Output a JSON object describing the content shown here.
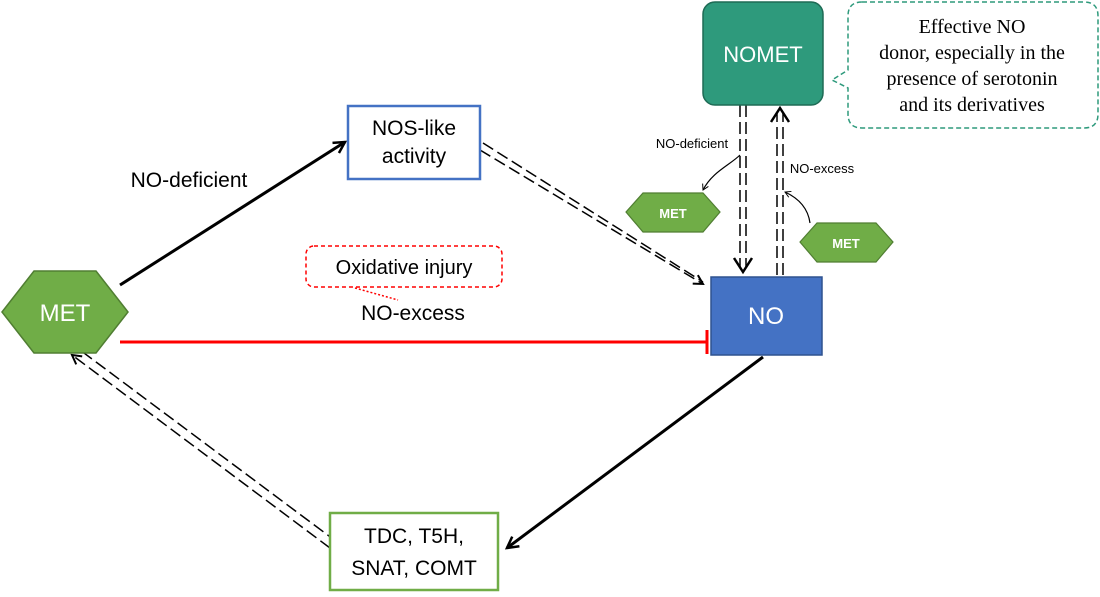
{
  "nodes": {
    "met_main": "MET",
    "nos_like_line1": "NOS-like",
    "nos_like_line2": "activity",
    "no": "NO",
    "nomet": "NOMET",
    "enzymes_line1": "TDC, T5H,",
    "enzymes_line2": "SNAT, COMT",
    "met_small_left": "MET",
    "met_small_right": "MET"
  },
  "labels": {
    "no_deficient_main": "NO-deficient",
    "no_excess_main": "NO-excess",
    "no_deficient_small": "NO-deficient",
    "no_excess_small": "NO-excess"
  },
  "callouts": {
    "oxidative_injury": "Oxidative injury",
    "nomet_note": [
      "Effective NO",
      "donor, especially  in the",
      "presence  of serotonin",
      "and its derivatives"
    ]
  },
  "colors": {
    "met_fill": "#70AD47",
    "met_border": "#507E32",
    "nomet_fill": "#2E9A7C",
    "no_fill": "#4472C4",
    "nos_border": "#4472C4",
    "enzymes_border": "#70AD47",
    "inhibit_line": "#FF0000",
    "oxidative_border": "#FF0000",
    "nomet_note_border": "#2E9A7C"
  }
}
